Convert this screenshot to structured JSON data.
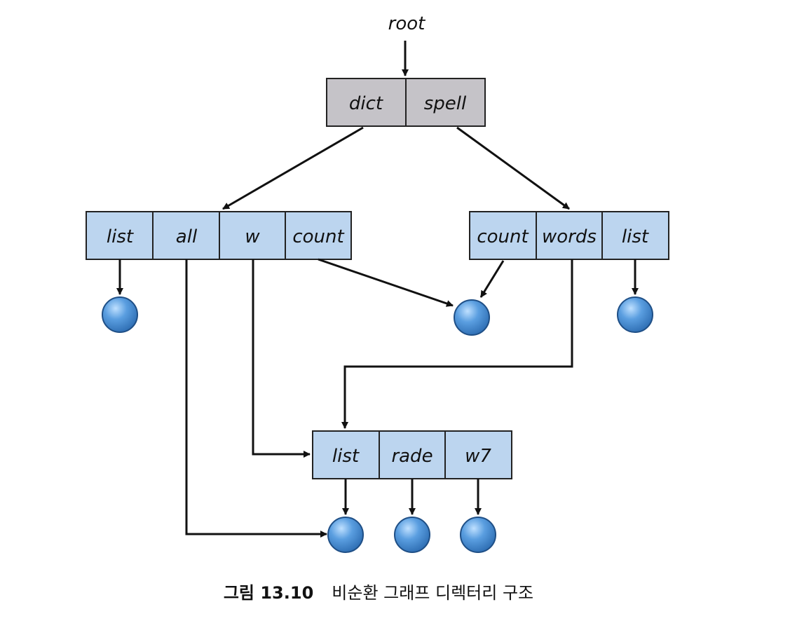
{
  "diagram": {
    "root_label": "root",
    "top_dir": [
      "dict",
      "spell"
    ],
    "left_dir": [
      "list",
      "all",
      "w",
      "count"
    ],
    "right_dir": [
      "count",
      "words",
      "list"
    ],
    "bottom_dir": [
      "list",
      "rade",
      "w7"
    ],
    "colors": {
      "top_fill": "#c5c3c8",
      "dir_fill": "#bcd5ef",
      "node_fill": "#4e8fd3",
      "stroke": "#222222"
    }
  },
  "caption": {
    "label": "그림 13.10",
    "text": "비순환 그래프 디렉터리 구조"
  }
}
